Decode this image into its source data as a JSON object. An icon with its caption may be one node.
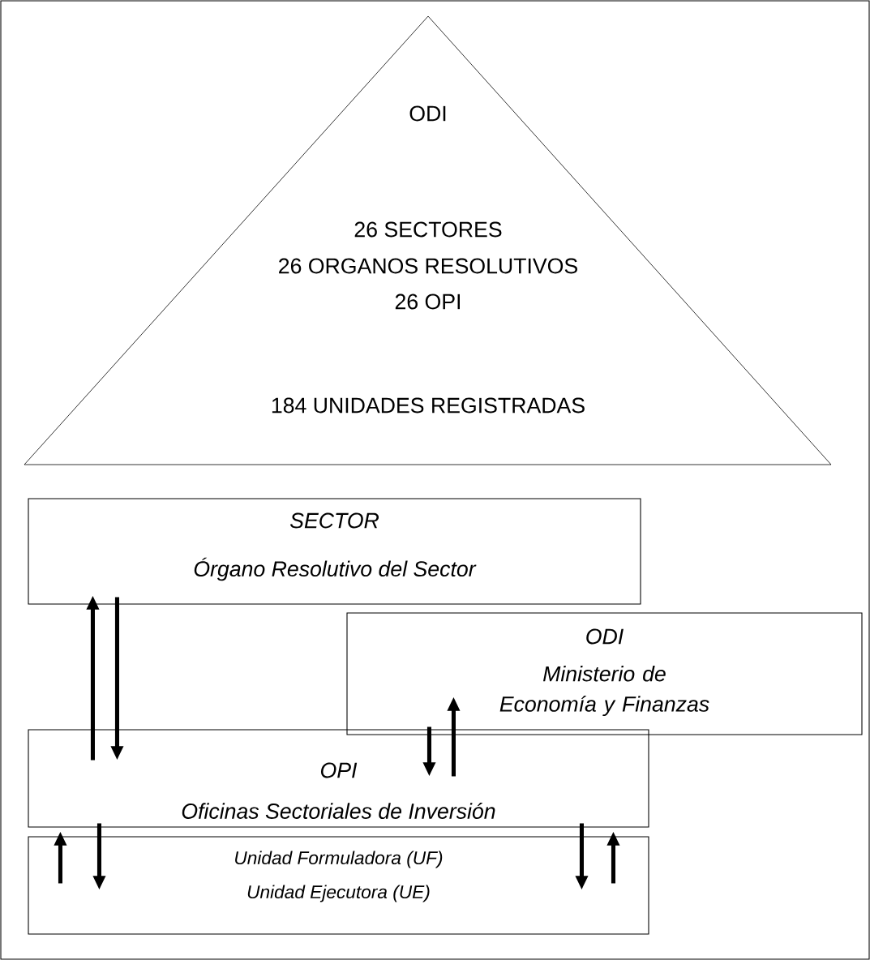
{
  "diagram": {
    "nodes": [
      {
        "text": [
          "ODI",
          "26 SECTORES",
          "26 ORGANOS RESOLUTIVOS",
          "26 OPI",
          "184 UNIDADES REGISTRADAS"
        ]
      },
      {
        "text": [
          "SECTOR",
          "Órgano Resolutivo del Sector"
        ]
      },
      {
        "text": [
          "ODI",
          "Ministerio de Economía y Finanzas"
        ]
      },
      {
        "text": [
          "OPI",
          "Oficinas Sectoriales de Inversión"
        ]
      },
      {
        "text": [
          "Unidad Formuladora (UF)",
          "Unidad Ejecutora (UE)"
        ]
      }
    ],
    "edges": [
      {
        "from": 3,
        "to": 1,
        "arrow": "to"
      },
      {
        "from": 1,
        "to": 3,
        "arrow": "to"
      },
      {
        "from": 2,
        "to": 3,
        "arrow": "to"
      },
      {
        "from": 3,
        "to": 2,
        "arrow": "to"
      },
      {
        "from": 4,
        "to": 3,
        "arrow": "to"
      },
      {
        "from": 3,
        "to": 4,
        "arrow": "to"
      },
      {
        "from": 3,
        "to": 4,
        "arrow": "to"
      },
      {
        "from": 4,
        "to": 3,
        "arrow": "to"
      }
    ]
  }
}
